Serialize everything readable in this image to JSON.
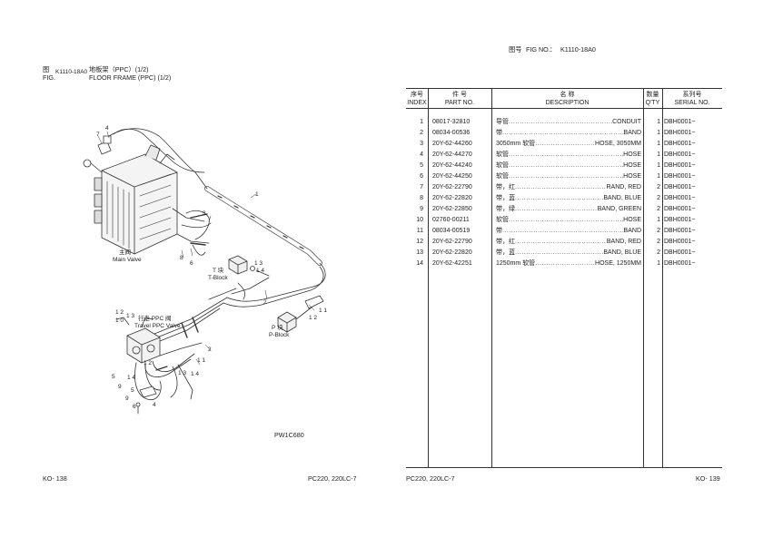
{
  "left_page": {
    "fig_label_zh": "图",
    "fig_label_en": "FIG.",
    "fig_number": "K1110-18A0",
    "title_zh": "地板架（PPC）(1/2)",
    "title_en": "FLOOR FRAME (PPC) (1/2)",
    "diagram_code": "PW1C680",
    "page_number": "KO- 138",
    "model": "PC220, 220LC-7",
    "callouts": {
      "main_valve_zh": "主阀",
      "main_valve_en": "Main Valve",
      "t_block_zh": "T 块",
      "t_block_en": "T-Block",
      "p_block_zh": "P 块",
      "p_block_en": "P-Block",
      "travel_ppc_zh": "行走 PPC 阀",
      "travel_ppc_en": "Travel PPC Valve"
    },
    "index_marks": [
      "1",
      "2",
      "3",
      "4",
      "5",
      "6",
      "7",
      "8",
      "9",
      "1 2",
      "1 3",
      "1 4",
      "1 1",
      "1 2",
      "1 4",
      "1 3",
      "1 0",
      "2",
      "1 2",
      "1 3",
      "1 4",
      "1 1",
      "5",
      "9",
      "4",
      "6"
    ]
  },
  "right_page": {
    "fig_no_zh": "图号",
    "fig_no_en": "FIG NO.",
    "fig_no_sep": "：",
    "fig_number": "K1110-18A0",
    "page_number": "KO- 139",
    "model": "PC220, 220LC-7",
    "columns": {
      "index": {
        "zh": "序号",
        "en": "INDEX"
      },
      "part_no": {
        "zh": "件 号",
        "en": "PART NO."
      },
      "description": {
        "zh": "名 称",
        "en": "DESCRIPTION"
      },
      "qty": {
        "zh": "数量",
        "en": "Q'TY"
      },
      "serial": {
        "zh": "系列号",
        "en": "SERIAL NO."
      }
    },
    "rows": [
      {
        "index": "1",
        "part_no": "08017-32810",
        "desc_zh": "导管",
        "desc_en": "CONDUIT",
        "qty": "1",
        "serial": "DBH0001~"
      },
      {
        "index": "2",
        "part_no": "08034-00536",
        "desc_zh": "带",
        "desc_en": "BAND",
        "qty": "1",
        "serial": "DBH0001~"
      },
      {
        "index": "3",
        "part_no": "20Y-62-44260",
        "desc_zh": "3050mm 软管",
        "desc_en": "HOSE, 3050MM",
        "qty": "1",
        "serial": "DBH0001~"
      },
      {
        "index": "4",
        "part_no": "20Y-62-44270",
        "desc_zh": "软管",
        "desc_en": "HOSE",
        "qty": "1",
        "serial": "DBH0001~"
      },
      {
        "index": "5",
        "part_no": "20Y-62-44240",
        "desc_zh": "软管",
        "desc_en": "HOSE",
        "qty": "1",
        "serial": "DBH0001~"
      },
      {
        "index": "6",
        "part_no": "20Y-62-44250",
        "desc_zh": "软管",
        "desc_en": "HOSE",
        "qty": "1",
        "serial": "DBH0001~"
      },
      {
        "index": "7",
        "part_no": "20Y-62-22790",
        "desc_zh": "带，红",
        "desc_en": "RAND, RED",
        "qty": "2",
        "serial": "DBH0001~"
      },
      {
        "index": "8",
        "part_no": "20Y-62-22820",
        "desc_zh": "带，蓝",
        "desc_en": "BAND, BLUE",
        "qty": "2",
        "serial": "DBH0001~"
      },
      {
        "index": "9",
        "part_no": "20Y-62-22850",
        "desc_zh": "带，绿",
        "desc_en": "BAND, GREEN",
        "qty": "2",
        "serial": "DBH0001~"
      },
      {
        "index": "10",
        "part_no": "02760-00211",
        "desc_zh": "软管",
        "desc_en": "HOSE",
        "qty": "1",
        "serial": "DBH0001~"
      },
      {
        "index": "11",
        "part_no": "08034-00519",
        "desc_zh": "带",
        "desc_en": "BAND",
        "qty": "2",
        "serial": "DBH0001~"
      },
      {
        "index": "12",
        "part_no": "20Y-62-22790",
        "desc_zh": "带，红",
        "desc_en": "BAND, RED",
        "qty": "2",
        "serial": "DBH0001~"
      },
      {
        "index": "13",
        "part_no": "20Y-62-22820",
        "desc_zh": "带，蓝",
        "desc_en": "BAND, BLUE",
        "qty": "2",
        "serial": "DBH0001~"
      },
      {
        "index": "14",
        "part_no": "20Y-62-42251",
        "desc_zh": "1250mm 软管",
        "desc_en": "HOSE, 1250MM",
        "qty": "1",
        "serial": "DBH0001~"
      }
    ]
  }
}
